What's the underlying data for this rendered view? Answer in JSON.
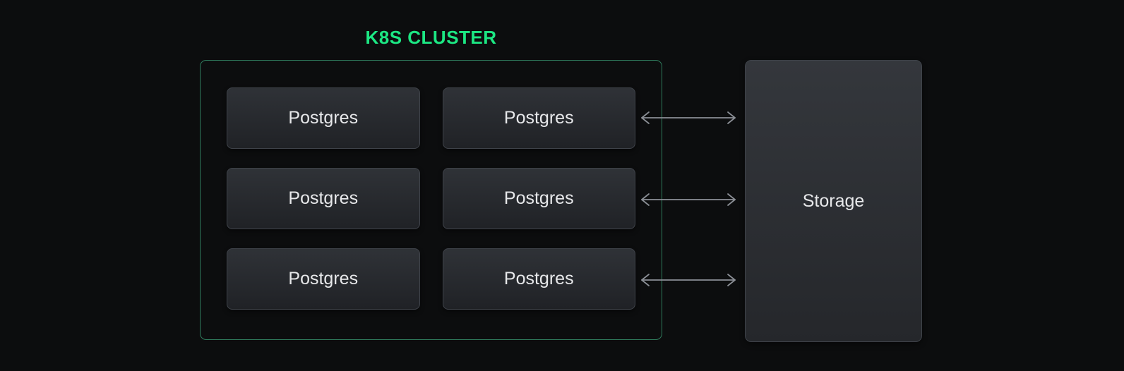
{
  "cluster": {
    "title": "K8S CLUSTER",
    "nodes": [
      {
        "label": "Postgres"
      },
      {
        "label": "Postgres"
      },
      {
        "label": "Postgres"
      },
      {
        "label": "Postgres"
      },
      {
        "label": "Postgres"
      },
      {
        "label": "Postgres"
      }
    ]
  },
  "storage": {
    "label": "Storage"
  },
  "arrows": {
    "type": "bidirectional",
    "count": 3,
    "connects": "postgres-right-column to storage"
  },
  "colors": {
    "background": "#0c0d0e",
    "accent_green": "#1ce783",
    "cluster_border": "#2f7a5c",
    "node_gradient_top": "#2f3237",
    "node_gradient_bottom": "#202226",
    "node_border": "#3f434a",
    "storage_gradient_top": "#34373c",
    "storage_gradient_bottom": "#25272b",
    "arrow_color": "#8b8f96",
    "label_text": "#e7e8ea"
  }
}
